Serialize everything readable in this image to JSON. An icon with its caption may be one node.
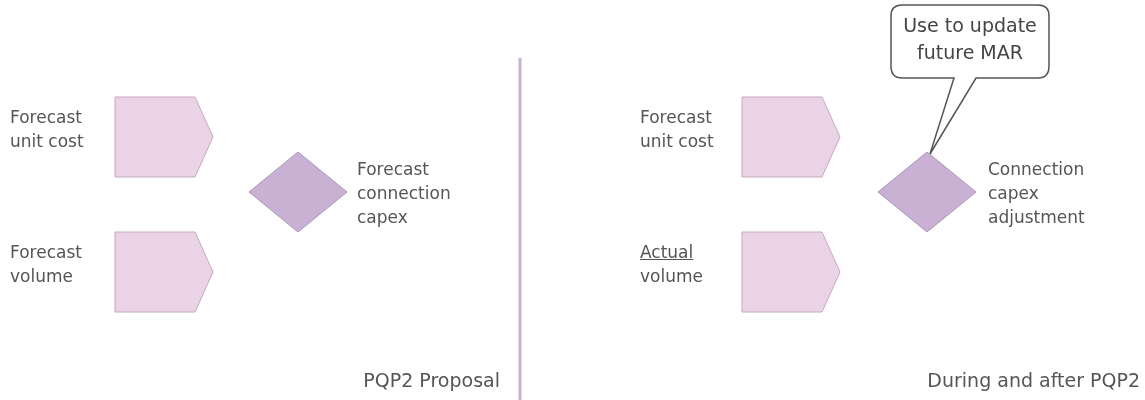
{
  "diagram": {
    "nodes": [
      {
        "text": [],
        "shape": "pentagon",
        "beside": [
          "Forecast unit cost"
        ]
      },
      {
        "text": [],
        "shape": "pentagon",
        "beside": [
          "Forecast volume"
        ]
      },
      {
        "text": [],
        "shape": "diamond",
        "beside": [
          "Forecast connection capex"
        ]
      },
      {
        "text": [],
        "shape": "pentagon",
        "beside": [
          "Forecast unit cost"
        ]
      },
      {
        "text": [],
        "shape": "pentagon",
        "beside": [
          "Actual volume"
        ]
      },
      {
        "text": [],
        "shape": "diamond",
        "beside": [
          "Connection capex adjustment"
        ]
      },
      {
        "text": [
          "Use to update future MAR"
        ]
      }
    ],
    "edges": [],
    "labels": [
      "PQP2 Proposal",
      "During and after PQP2"
    ]
  }
}
